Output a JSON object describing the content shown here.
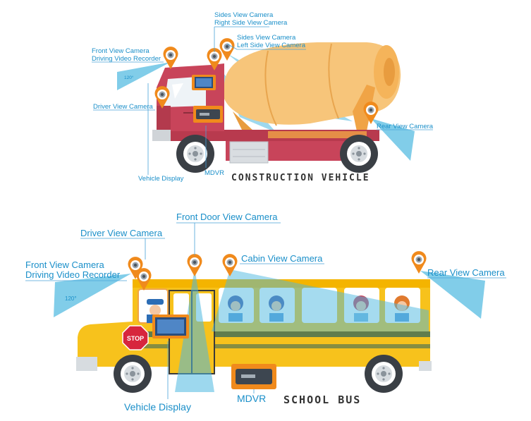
{
  "construction": {
    "title": "CONSTRUCTION VEHICLE",
    "labels": {
      "sides_1_line1": "Sides View Camera",
      "sides_1_line2": "Right Side View Camera",
      "sides_2_line1": "Sides View Camera",
      "sides_2_line2": "Left Side View Camera",
      "front_line1": "Front View Camera",
      "front_line2": "Driving Video Recorder",
      "angle": "120°",
      "driver": "Driver View Camera",
      "rear": "Rear View Camera",
      "display": "Vehicle Display",
      "mdvr": "MDVR"
    }
  },
  "bus": {
    "title": "SCHOOL BUS",
    "labels": {
      "front_door": "Front Door View Camera",
      "driver": "Driver View Camera",
      "front_line1": "Front View Camera",
      "front_line2": "Driving Video Recorder",
      "cabin": "Cabin View Camera",
      "rear": "Rear View Camera",
      "angle": "120°",
      "stop": "STOP",
      "display": "Vehicle Display",
      "mdvr": "MDVR"
    }
  },
  "colors": {
    "label": "#1a8fc9",
    "pin": "#f08a1c",
    "truck_red": "#c8445a",
    "mixer": "#f5b45a",
    "bus_yellow": "#f7c21c",
    "fov": "#4cb8e0"
  },
  "icons": [
    "camera-pin-icon",
    "monitor-icon",
    "mdvr-box-icon",
    "wheel-icon"
  ]
}
